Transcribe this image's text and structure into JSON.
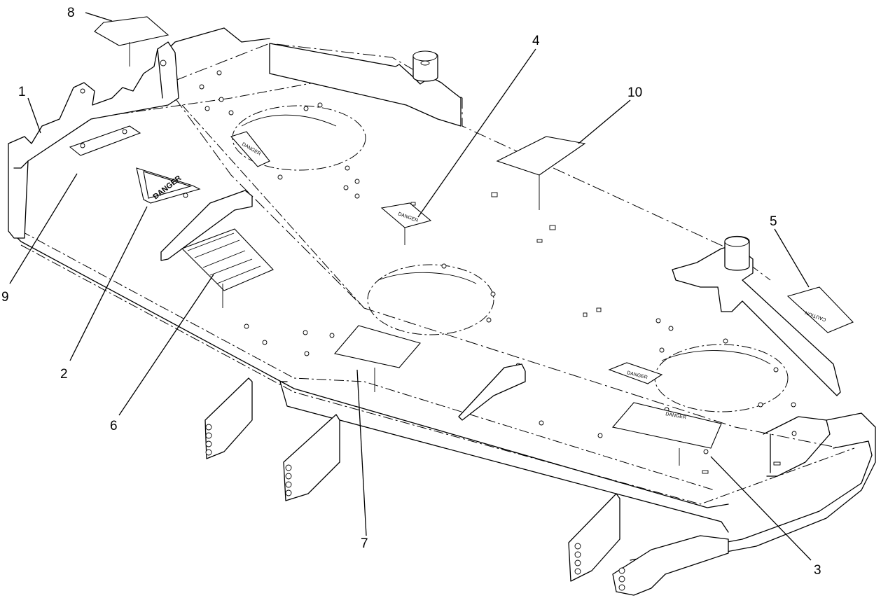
{
  "callouts": [
    {
      "id": "1",
      "label": "1"
    },
    {
      "id": "2",
      "label": "2"
    },
    {
      "id": "3",
      "label": "3"
    },
    {
      "id": "4",
      "label": "4"
    },
    {
      "id": "5",
      "label": "5"
    },
    {
      "id": "6",
      "label": "6"
    },
    {
      "id": "7",
      "label": "7"
    },
    {
      "id": "8",
      "label": "8"
    },
    {
      "id": "9",
      "label": "9"
    },
    {
      "id": "10",
      "label": "10"
    }
  ],
  "decals": {
    "danger_label": "DANGER",
    "caution_label": "CAUTION"
  }
}
